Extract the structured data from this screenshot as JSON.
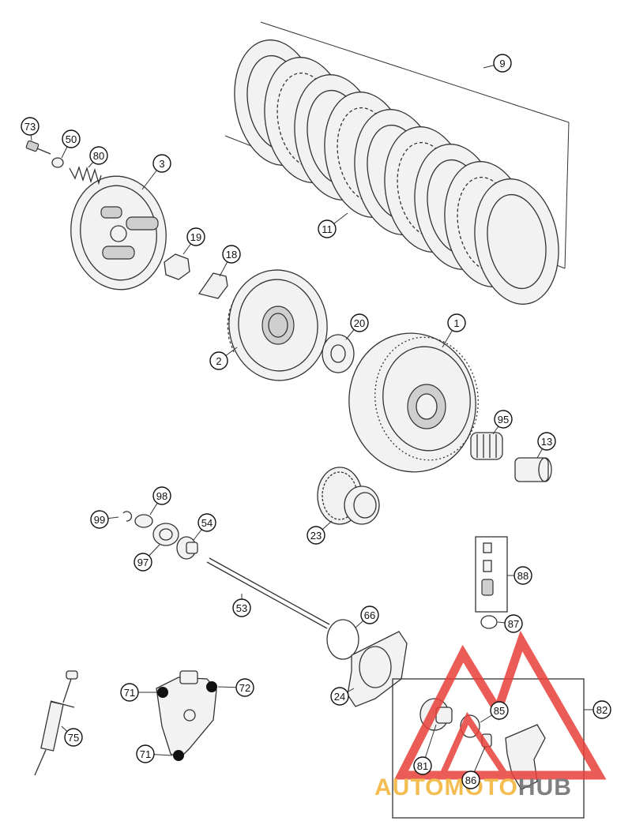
{
  "diagram": {
    "callouts": [
      {
        "id": "c9",
        "label": "9"
      },
      {
        "id": "c11",
        "label": "11"
      },
      {
        "id": "c73",
        "label": "73"
      },
      {
        "id": "c50",
        "label": "50"
      },
      {
        "id": "c80",
        "label": "80"
      },
      {
        "id": "c3",
        "label": "3"
      },
      {
        "id": "c19",
        "label": "19"
      },
      {
        "id": "c18",
        "label": "18"
      },
      {
        "id": "c20",
        "label": "20"
      },
      {
        "id": "c1",
        "label": "1"
      },
      {
        "id": "c2",
        "label": "2"
      },
      {
        "id": "c95",
        "label": "95"
      },
      {
        "id": "c13",
        "label": "13"
      },
      {
        "id": "c98",
        "label": "98"
      },
      {
        "id": "c99",
        "label": "99"
      },
      {
        "id": "c54",
        "label": "54"
      },
      {
        "id": "c97",
        "label": "97"
      },
      {
        "id": "c23",
        "label": "23"
      },
      {
        "id": "c88",
        "label": "88"
      },
      {
        "id": "c53",
        "label": "53"
      },
      {
        "id": "c66",
        "label": "66"
      },
      {
        "id": "c87",
        "label": "87"
      },
      {
        "id": "c71a",
        "label": "71"
      },
      {
        "id": "c72",
        "label": "72"
      },
      {
        "id": "c24",
        "label": "24"
      },
      {
        "id": "c85",
        "label": "85"
      },
      {
        "id": "c82",
        "label": "82"
      },
      {
        "id": "c75",
        "label": "75"
      },
      {
        "id": "c71b",
        "label": "71"
      },
      {
        "id": "c81",
        "label": "81"
      },
      {
        "id": "c86",
        "label": "86"
      }
    ]
  },
  "watermark": {
    "part1": "AUTO",
    "part2": "MOTO",
    "part3": "HUB",
    "color_primary": "#e8403a",
    "color_secondary": "#f2b233",
    "color_dark": "#6b6b6b"
  }
}
